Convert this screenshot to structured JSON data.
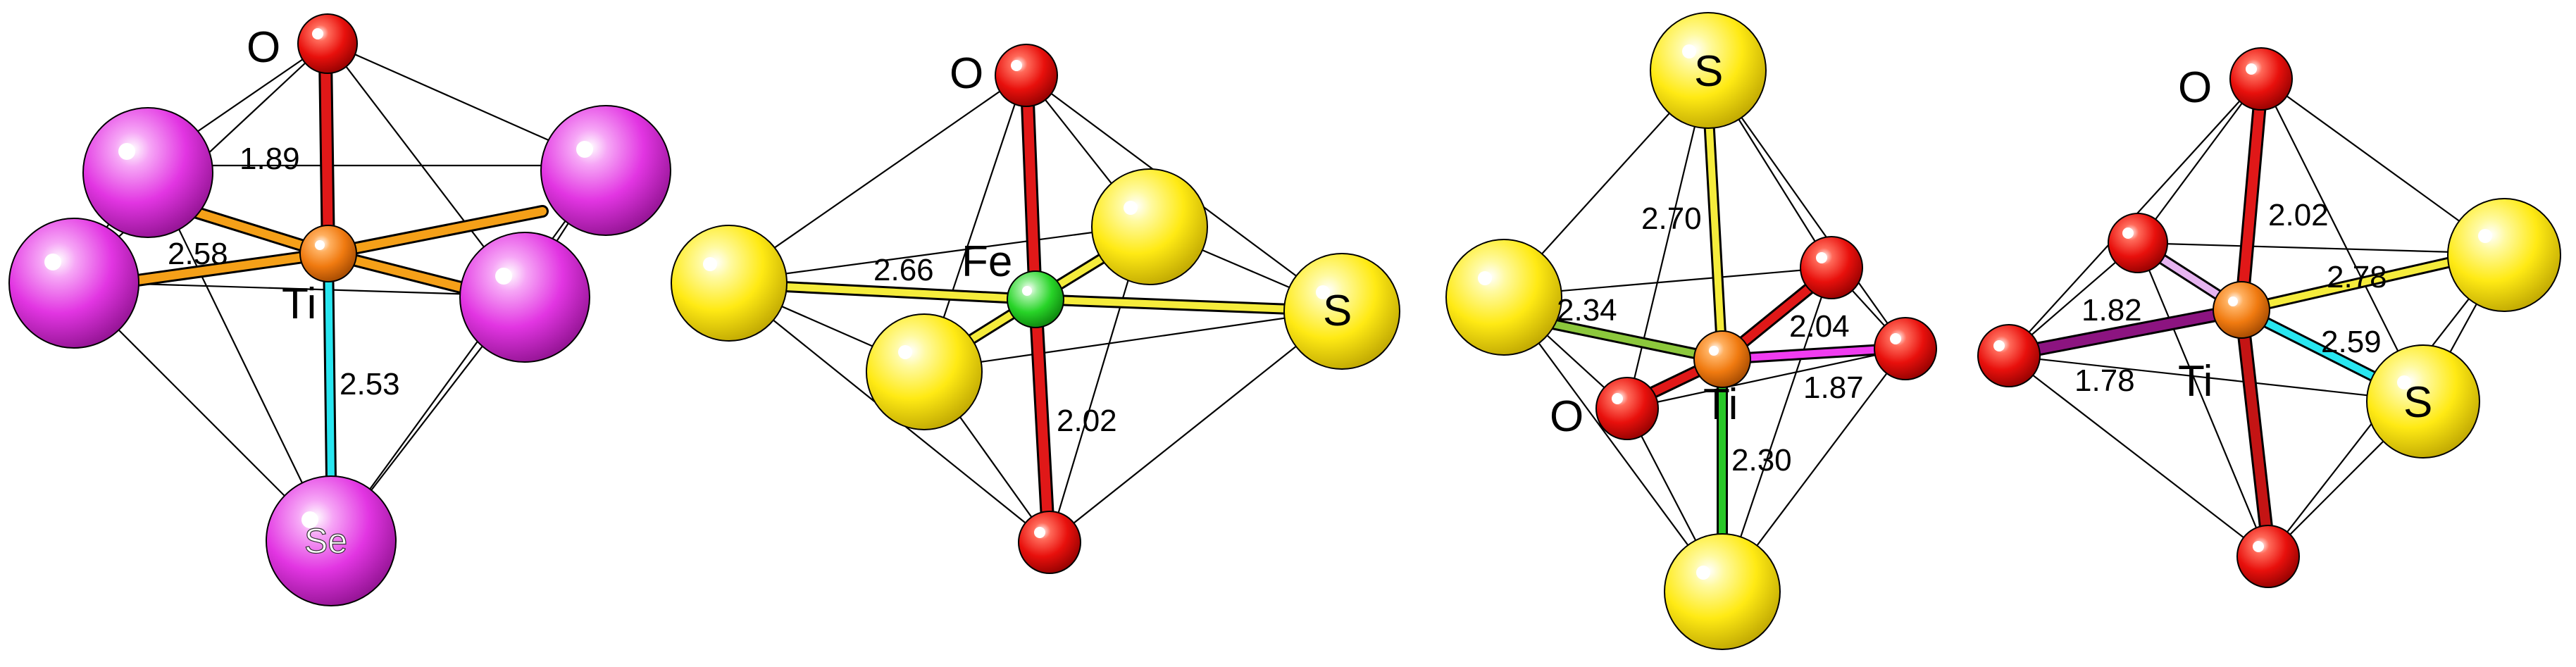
{
  "colors": {
    "O": "#e8100c",
    "S": "#ffe81a",
    "Se": "#e637e6",
    "Ti": "#f07a10",
    "Fe": "#28d428",
    "bond_orange": "#f5a018",
    "bond_cyan": "#28e6f0",
    "bond_red": "#e01818",
    "bond_yellow": "#f5ec3c",
    "bond_olive": "#8cc83c",
    "bond_green": "#28c828",
    "bond_magenta": "#f03cf0",
    "bond_purple": "#8c1480",
    "bond_lilac": "#e6b4f0",
    "bond_darkred": "#c41414",
    "edge": "#000000"
  },
  "panels": [
    {
      "id": "ti-se-octahedron",
      "labels": {
        "top": "O",
        "center": "Ti",
        "bottom": "Se"
      },
      "distances": [
        "1.89",
        "2.58",
        "2.53"
      ]
    },
    {
      "id": "fe-s-octahedron",
      "labels": {
        "top": "O",
        "center": "Fe",
        "right": "S"
      },
      "distances": [
        "2.66",
        "2.02"
      ]
    },
    {
      "id": "ti-s-o-octahedron",
      "labels": {
        "top": "S",
        "left": "O",
        "center": "Ti"
      },
      "distances": [
        "2.70",
        "2.34",
        "2.04",
        "1.87",
        "2.30"
      ]
    },
    {
      "id": "ti-s-o-octahedron-2",
      "labels": {
        "top": "O",
        "center": "Ti",
        "right": "S"
      },
      "distances": [
        "2.02",
        "2.78",
        "1.82",
        "2.59",
        "1.78"
      ]
    }
  ]
}
